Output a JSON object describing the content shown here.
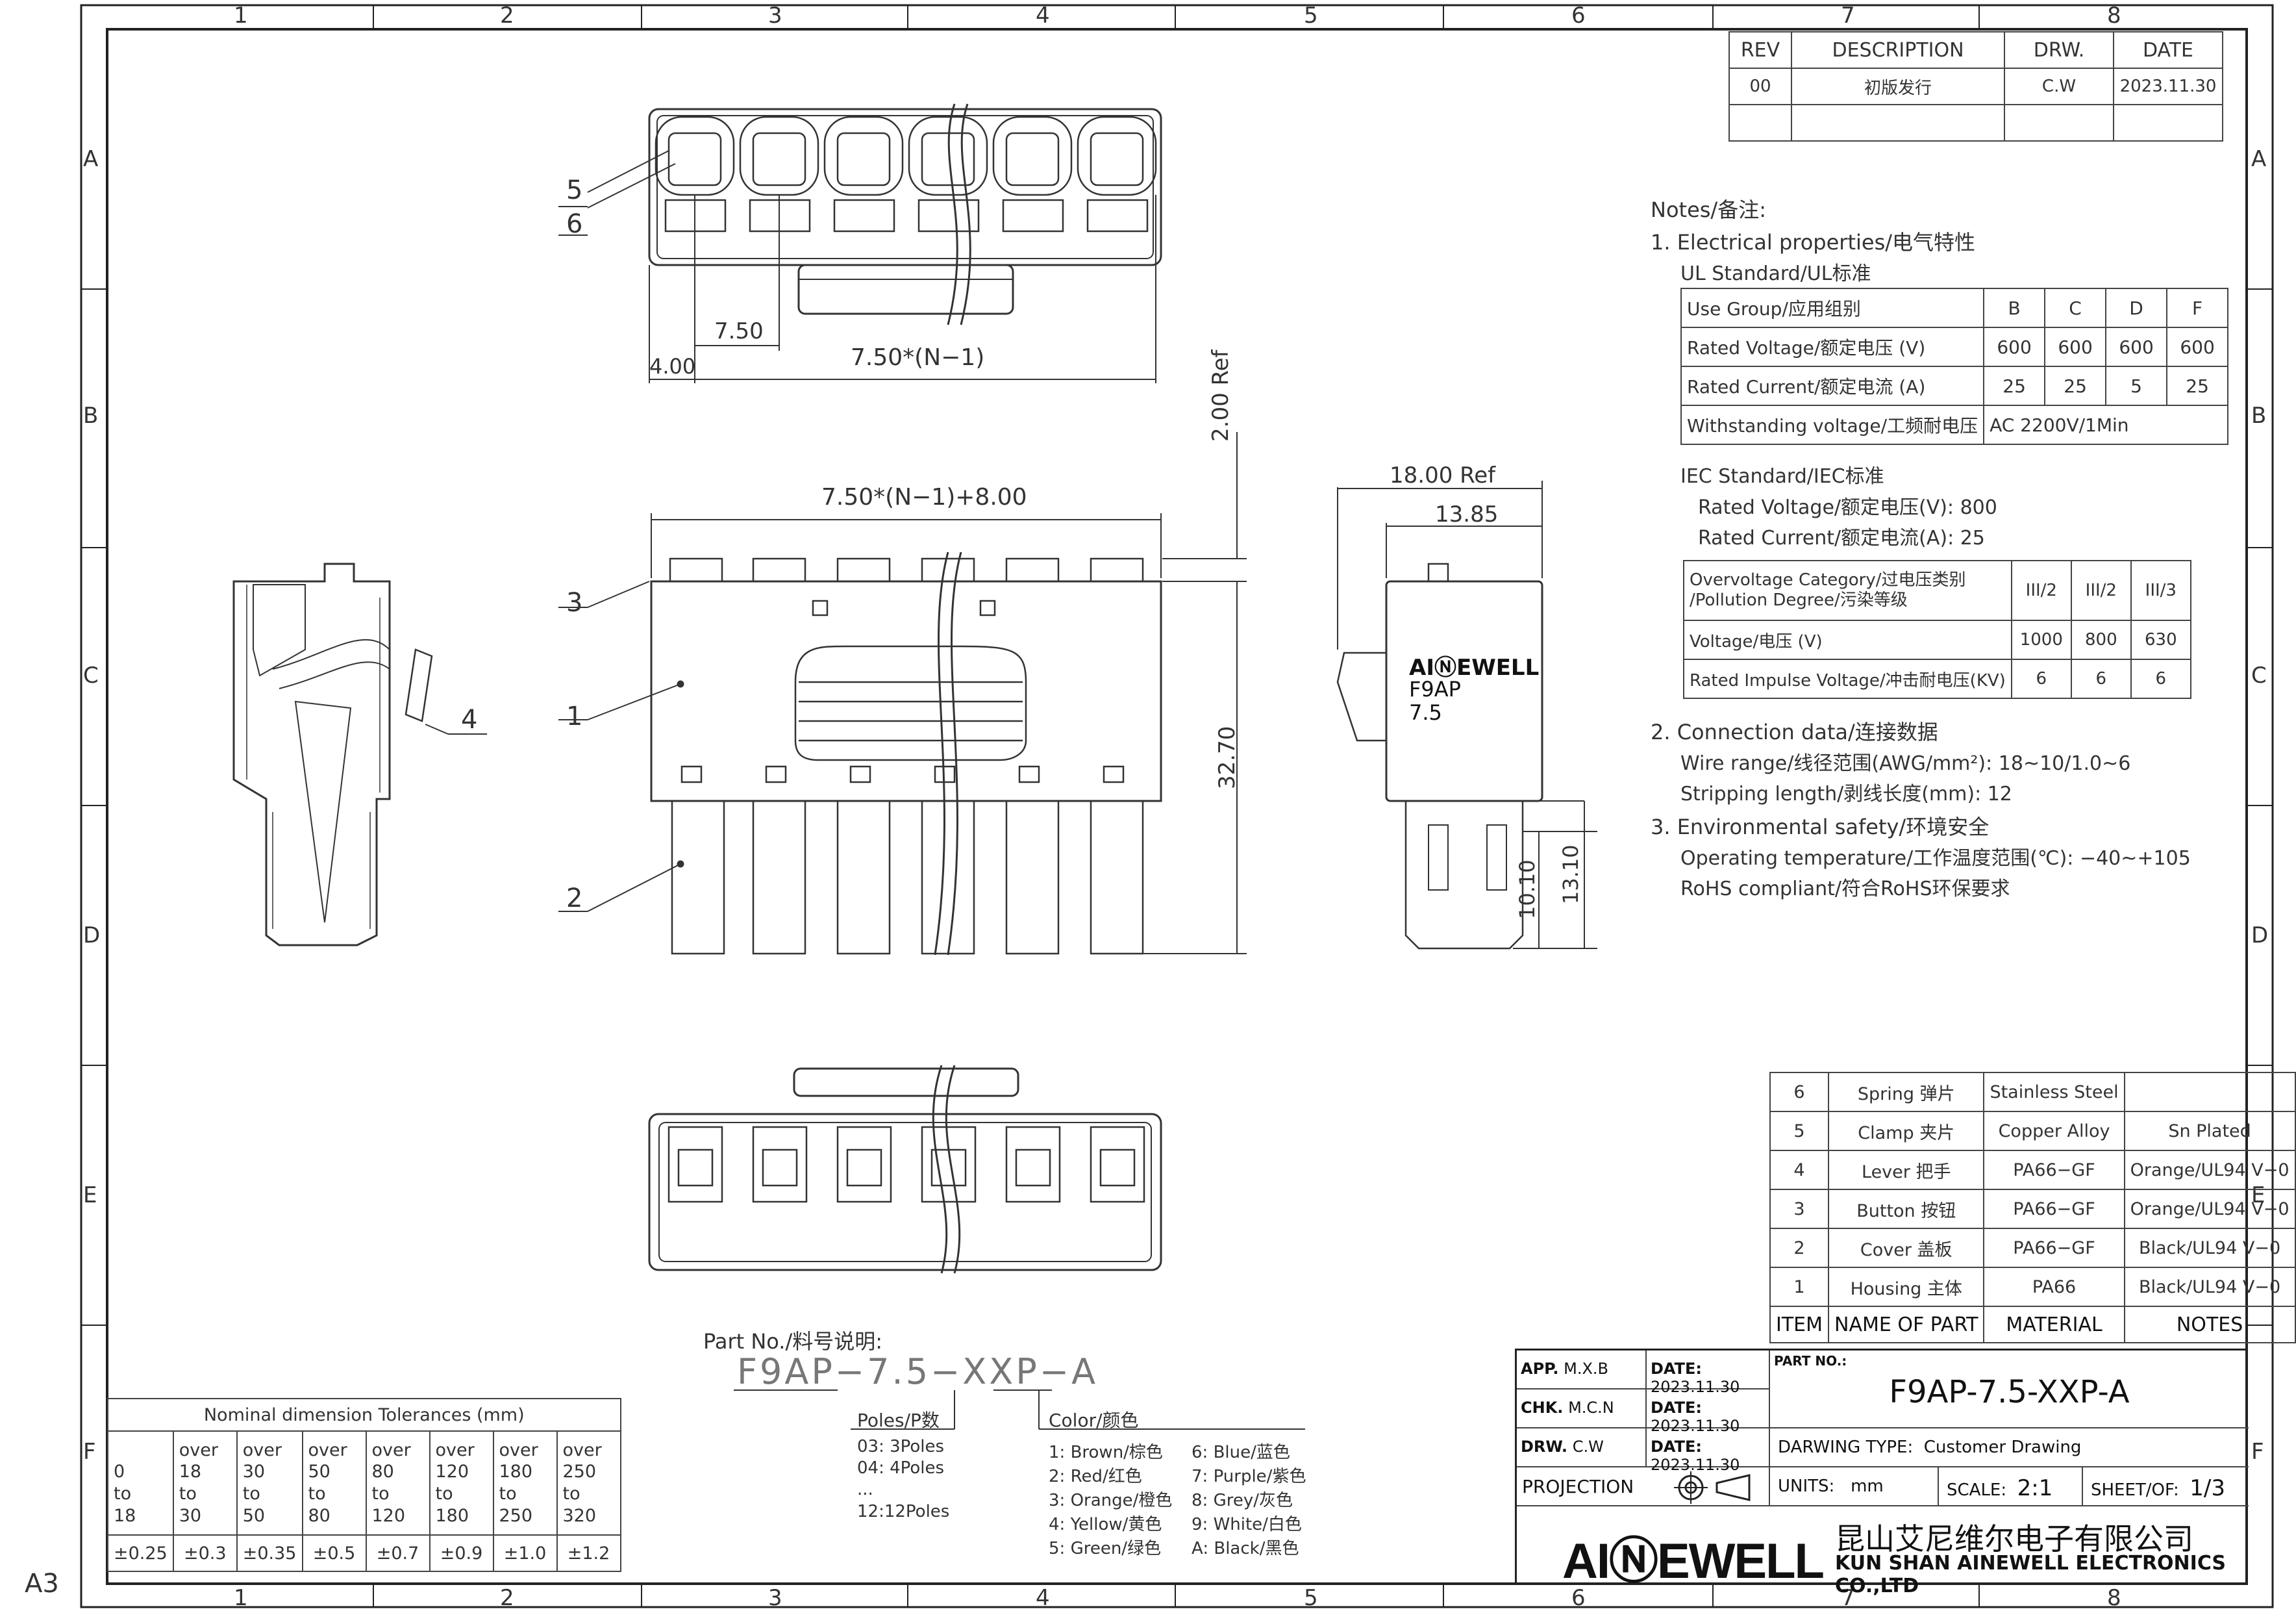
{
  "frame": {
    "cols": [
      "1",
      "2",
      "3",
      "4",
      "5",
      "6",
      "7",
      "8"
    ],
    "rows": [
      "A",
      "B",
      "C",
      "D",
      "E",
      "F"
    ],
    "sheet_size": "A3"
  },
  "revision": {
    "headers": [
      "REV",
      "DESCRIPTION",
      "DRW.",
      "DATE"
    ],
    "rows": [
      [
        "00",
        "初版发行",
        "C.W",
        "2023.11.30"
      ],
      [
        "",
        "",
        "",
        ""
      ]
    ]
  },
  "views": {
    "top_labels": [
      "5",
      "6"
    ],
    "top_dims": [
      "7.50",
      "4.00",
      "7.50*(N−1)"
    ],
    "front_labels": [
      "3",
      "1",
      "2"
    ],
    "front_dims": [
      "7.50*(N−1)+8.00",
      "2.00 Ref",
      "32.70"
    ],
    "section_label": "4",
    "side_dims": [
      "18.00 Ref",
      "13.85",
      "10.10",
      "13.10"
    ],
    "side_mark_brand": "AIⓃEWELL",
    "side_mark_lines": [
      "F9AP",
      "7.5"
    ]
  },
  "notes": {
    "title": "Notes/备注:",
    "electrical": "1. Electrical properties/电气特性",
    "ul_title": "UL Standard/UL标准",
    "ul_table": {
      "groups_label": "Use Group/应用组别",
      "groups": [
        "B",
        "C",
        "D",
        "F"
      ],
      "rows": [
        {
          "label": "Rated Voltage/额定电压 (V)",
          "values": [
            "600",
            "600",
            "600",
            "600"
          ]
        },
        {
          "label": "Rated Current/额定电流 (A)",
          "values": [
            "25",
            "25",
            "5",
            "25"
          ]
        }
      ],
      "withstand_label": "Withstanding voltage/工频耐电压",
      "withstand_value": "AC 2200V/1Min"
    },
    "iec_title": "IEC Standard/IEC标准",
    "iec_voltage": "Rated Voltage/额定电压(V): 800",
    "iec_current": "Rated Current/额定电流(A):  25",
    "iec_table": {
      "header_label": "Overvoltage Category/过电压类别\n/Pollution Degree/污染等级",
      "header_values": [
        "III/2",
        "III/2",
        "III/3"
      ],
      "rows": [
        {
          "label": "Voltage/电压 (V)",
          "values": [
            "1000",
            "800",
            "630"
          ]
        },
        {
          "label": "Rated Impulse Voltage/冲击耐电压(KV)",
          "values": [
            "6",
            "6",
            "6"
          ]
        }
      ]
    },
    "connection": "2. Connection data/连接数据",
    "wire_range": "Wire range/线径范围(AWG/mm²): 18~10/1.0~6",
    "stripping": "Stripping length/剥线长度(mm): 12",
    "environment": "3. Environmental safety/环境安全",
    "operating": "Operating temperature/工作温度范围(℃): −40~+105",
    "rohs": "RoHS compliant/符合RoHS环保要求"
  },
  "bom": {
    "headers": [
      "ITEM",
      "NAME OF PART",
      "MATERIAL",
      "NOTES"
    ],
    "rows": [
      [
        "6",
        "Spring 弹片",
        "Stainless Steel",
        ""
      ],
      [
        "5",
        "Clamp 夹片",
        "Copper Alloy",
        "Sn Plated"
      ],
      [
        "4",
        "Lever 把手",
        "PA66−GF",
        "Orange/UL94 V−0"
      ],
      [
        "3",
        "Button 按钮",
        "PA66−GF",
        "Orange/UL94 V−0"
      ],
      [
        "2",
        "Cover 盖板",
        "PA66−GF",
        "Black/UL94 V−0"
      ],
      [
        "1",
        "Housing 主体",
        "PA66",
        "Black/UL94 V−0"
      ]
    ]
  },
  "part_number": {
    "title": "Part No./料号说明:",
    "code": "F9AP−7.5−XXP−A",
    "poles_title": "Poles/P数",
    "poles": [
      "03: 3Poles",
      "04: 4Poles",
      "...",
      "12:12Poles"
    ],
    "color_title": "Color/颜色",
    "colors_left": [
      "1: Brown/棕色",
      "2: Red/红色",
      "3: Orange/橙色",
      "4: Yellow/黄色",
      "5: Green/绿色"
    ],
    "colors_right": [
      "6: Blue/蓝色",
      "7: Purple/紫色",
      "8: Grey/灰色",
      "9: White/白色",
      "A: Black/黑色"
    ]
  },
  "tolerances": {
    "title": "Nominal dimension Tolerances (mm)",
    "ranges": [
      [
        "",
        "0",
        "to",
        "18"
      ],
      [
        "over",
        "18",
        "to",
        "30"
      ],
      [
        "over",
        "30",
        "to",
        "50"
      ],
      [
        "over",
        "50",
        "to",
        "80"
      ],
      [
        "over",
        "80",
        "to",
        "120"
      ],
      [
        "over",
        "120",
        "to",
        "180"
      ],
      [
        "over",
        "180",
        "to",
        "250"
      ],
      [
        "over",
        "250",
        "to",
        "320"
      ]
    ],
    "values": [
      "±0.25",
      "±0.3",
      "±0.35",
      "±0.5",
      "±0.7",
      "±0.9",
      "±1.0",
      "±1.2"
    ]
  },
  "title_block": {
    "app_label": "APP.",
    "app_value": "M.X.B",
    "chk_label": "CHK.",
    "chk_value": "M.C.N",
    "drw_label": "DRW.",
    "drw_value": "C.W",
    "date_label": "DATE:",
    "date_value": "2023.11.30",
    "partno_label": "PART NO.:",
    "partno_value": "F9AP-7.5-XXP-A",
    "drawing_type_label": "DARWING TYPE:",
    "drawing_type_value": "Customer Drawing",
    "projection_label": "PROJECTION",
    "units_label": "UNITS:",
    "units_value": "mm",
    "scale_label": "SCALE:",
    "scale_value": "2:1",
    "sheet_label": "SHEET/OF:",
    "sheet_value": "1/3",
    "logo_text": "AIⓃEWELL",
    "company_cn": "昆山艾尼维尔电子有限公司",
    "company_en": "KUN SHAN AINEWELL ELECTRONICS CO.,LTD"
  }
}
